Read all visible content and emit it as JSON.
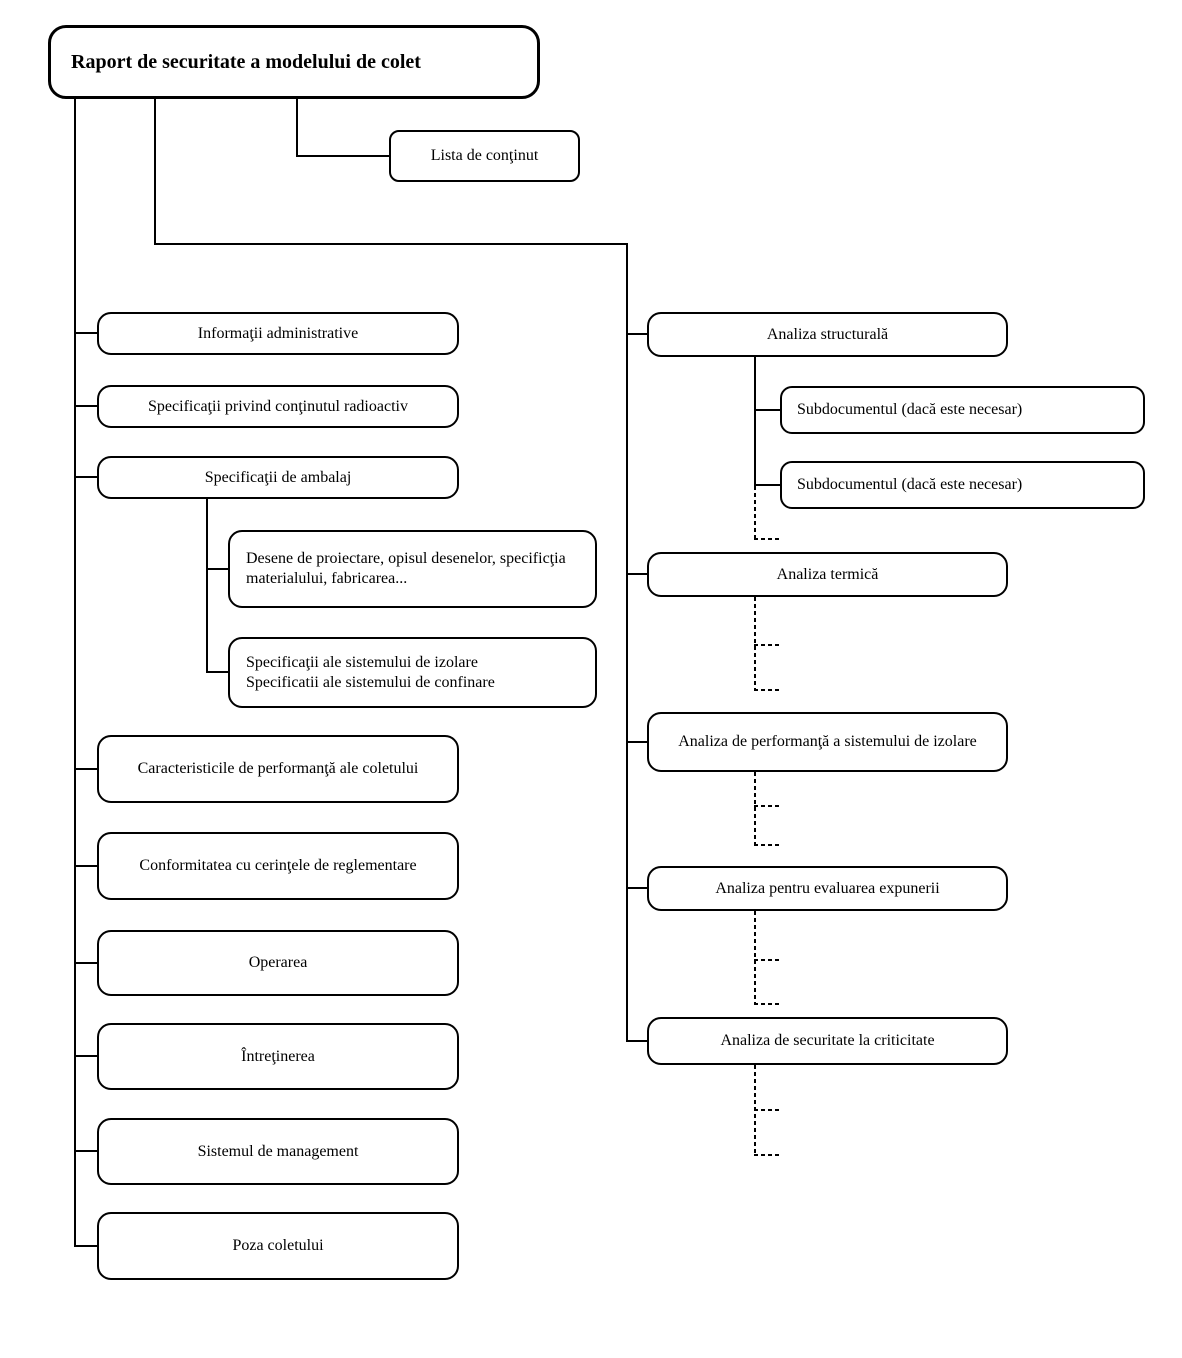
{
  "diagram": {
    "title": {
      "label": "Raport de securitate a modelului de colet"
    },
    "toc": {
      "label": "Lista de conţinut"
    },
    "left_branch": [
      {
        "label": "Informaţii administrative"
      },
      {
        "label": "Specificaţii privind conţinutul radioactiv"
      },
      {
        "label": "Specificaţii de ambalaj"
      },
      {
        "label": "Caracteristicile de performanţă ale coletului"
      },
      {
        "label": "Conformitatea cu cerinţele de reglementare"
      },
      {
        "label": "Operarea"
      },
      {
        "label": "Întreţinerea"
      },
      {
        "label": "Sistemul de management"
      },
      {
        "label": "Poza coletului"
      }
    ],
    "packaging_children": [
      {
        "label": "Desene de proiectare, opisul desenelor, specificţia materialului, fabricarea..."
      },
      {
        "line1": "Specificaţii ale sistemului de izolare",
        "line2": "Specificatii ale sistemului de confinare"
      }
    ],
    "right_branch": [
      {
        "label": "Analiza structurală"
      },
      {
        "label": "Analiza termică"
      },
      {
        "label": "Analiza de performanţă a sistemului de izolare"
      },
      {
        "label": "Analiza pentru evaluarea expunerii"
      },
      {
        "label": "Analiza de securitate la criticitate"
      }
    ],
    "subdocuments": [
      {
        "label": "Subdocumentul (dacă este necesar)"
      },
      {
        "label": "Subdocumentul (dacă este necesar)"
      }
    ]
  },
  "colors": {
    "line": "#000000",
    "background": "#ffffff",
    "box_fill": "#ffffff"
  }
}
